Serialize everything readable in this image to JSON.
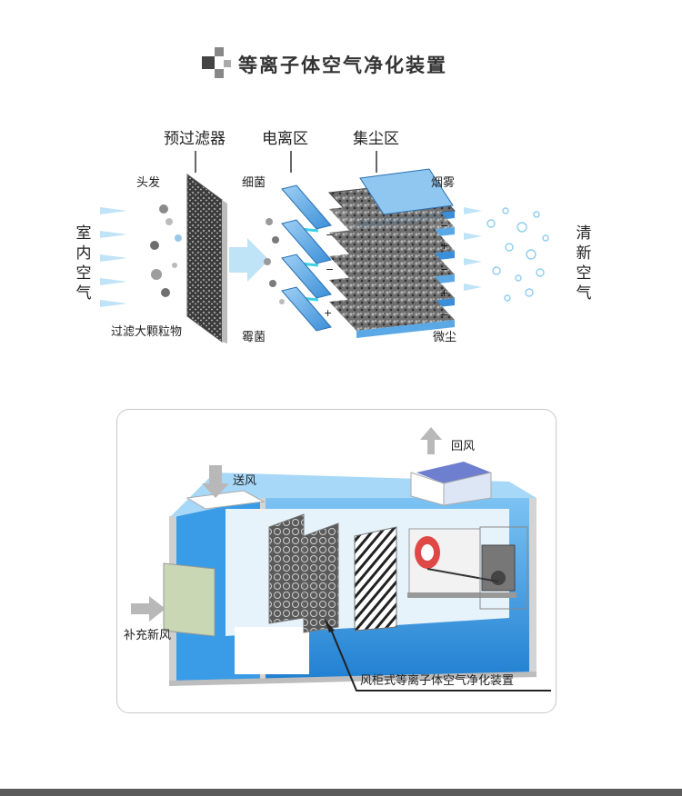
{
  "title": "等离子体空气净化装置",
  "top_diagram": {
    "stages": {
      "pre_filter": "预过滤器",
      "ionization": "电离区",
      "collection": "集尘区"
    },
    "labels": {
      "hair": "头发",
      "bacteria": "细菌",
      "smoke": "烟雾",
      "mold": "霉菌",
      "dust": "微尘",
      "filter_note": "过滤大颗粒物",
      "indoor_air": "室内空气",
      "clean_air": "清新空气"
    }
  },
  "bottom_diagram": {
    "supply_air": "送风",
    "return_air": "回风",
    "fresh_air": "补充新风",
    "device": "风柜式等离子体空气净化装置"
  },
  "colors": {
    "plate_blue": "#5aa9e6",
    "cabinet_blue": "#2f93e0",
    "arrow_light": "#bfe3f7",
    "title_gray": "#333333"
  }
}
